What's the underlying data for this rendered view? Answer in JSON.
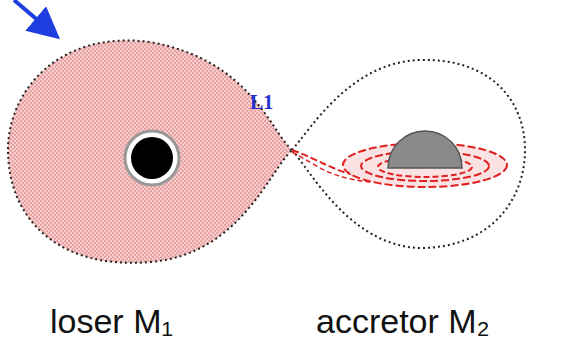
{
  "diagram": {
    "labels": [
      "L1",
      "loser M₁",
      "accretor M₂"
    ]
  }
}
